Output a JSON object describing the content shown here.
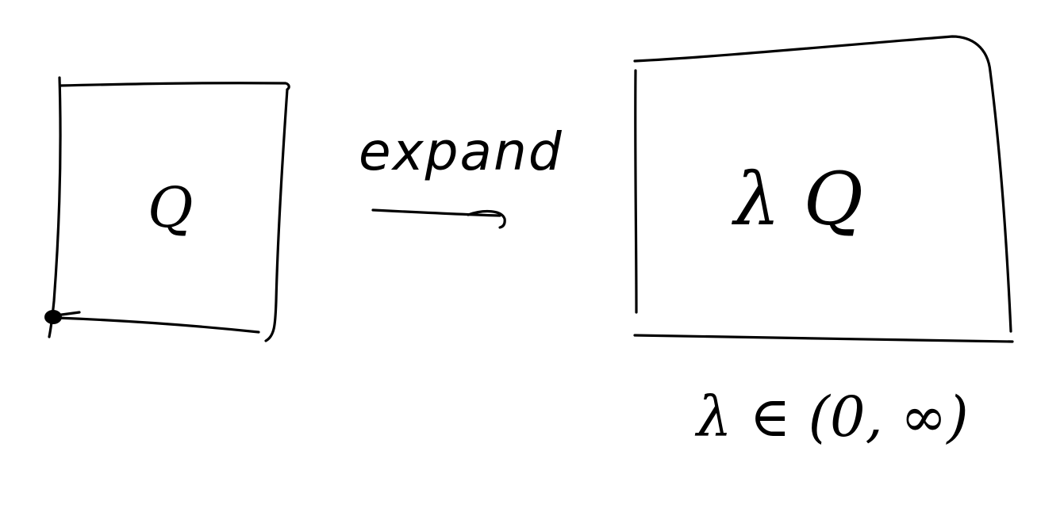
{
  "diagram": {
    "left_box": {
      "label": "Q"
    },
    "arrow": {
      "label": "expand"
    },
    "right_box": {
      "label": "λ Q"
    },
    "domain_note": "λ ∈ (0, ∞)"
  }
}
